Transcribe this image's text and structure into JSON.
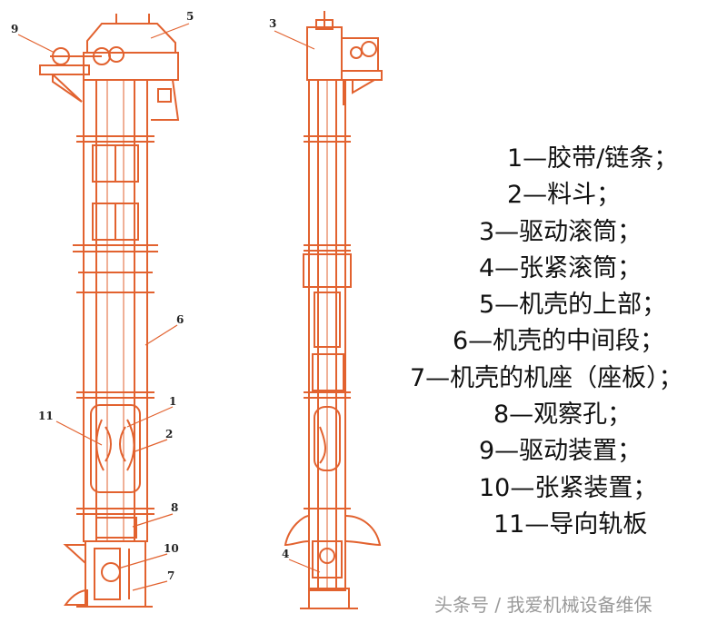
{
  "colors": {
    "drawing": "#e2622f",
    "text": "#111111",
    "watermark": "#9a9a9a"
  },
  "callouts": {
    "n1": "1",
    "n2": "2",
    "n3": "3",
    "n4": "4",
    "n5": "5",
    "n6": "6",
    "n7": "7",
    "n8": "8",
    "n9": "9",
    "n10": "10",
    "n11": "11"
  },
  "legend": [
    "1—胶带/链条；",
    "2—料斗；",
    "3—驱动滚筒；",
    "4—张紧滚筒；",
    "5—机壳的上部；",
    "6—机壳的中间段；",
    "7—机壳的机座（座板）；",
    "8—观察孔；",
    "9—驱动装置；",
    "10—张紧装置；",
    "11—导向轨板"
  ],
  "watermark": "头条号 / 我爱机械设备维保"
}
